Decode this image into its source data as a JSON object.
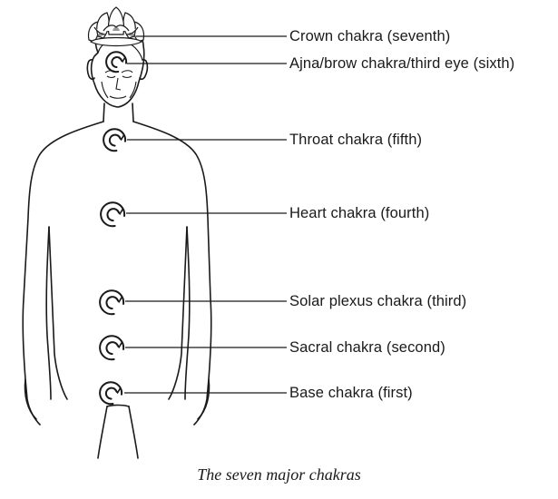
{
  "chakras": [
    {
      "label": "Crown chakra (seventh)"
    },
    {
      "label": "Ajna/brow chakra/third eye (sixth)"
    },
    {
      "label": "Throat chakra (fifth)"
    },
    {
      "label": "Heart chakra (fourth)"
    },
    {
      "label": "Solar plexus chakra (third)"
    },
    {
      "label": "Sacral chakra (second)"
    },
    {
      "label": "Base chakra (first)"
    }
  ],
  "caption": "The seven major chakras",
  "colors": {
    "ink": "#1a1a1a",
    "background": "#ffffff"
  }
}
